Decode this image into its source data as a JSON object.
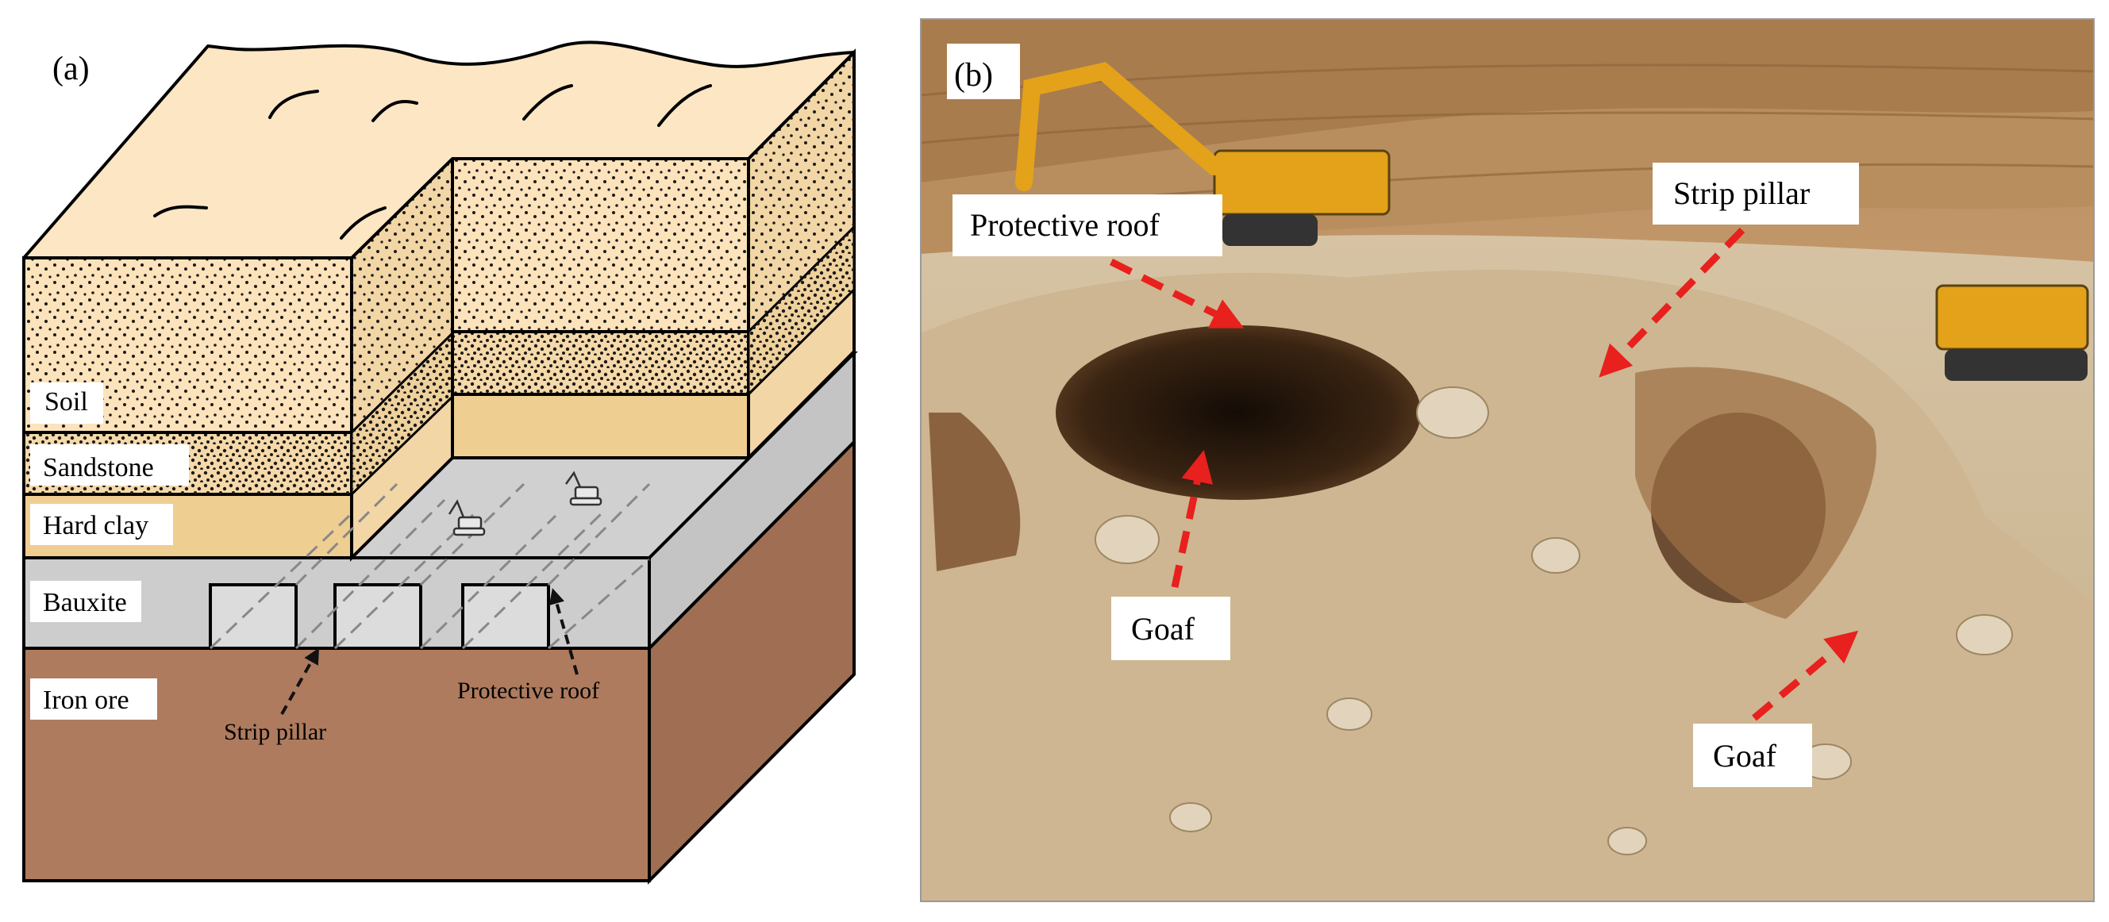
{
  "panel_a": {
    "tag": "(a)",
    "layers": {
      "soil": "Soil",
      "sandstone": "Sandstone",
      "hard_clay": "Hard clay",
      "bauxite": "Bauxite",
      "iron_ore": "Iron ore"
    },
    "annotations": {
      "strip_pillar": "Strip pillar",
      "protective_roof": "Protective roof"
    },
    "colors": {
      "soil_top": "#FCE6C3",
      "soil": "#FCE3BB",
      "sandstone": "#F6D9A9",
      "hard_clay": "#EFCE92",
      "bauxite": "#CDCDCD",
      "iron_ore": "#AE7B5E",
      "iron_ore_side": "#A06F53"
    }
  },
  "panel_b": {
    "tag": "(b)",
    "annotations": {
      "protective_roof": "Protective roof",
      "strip_pillar": "Strip pillar",
      "goaf_left": "Goaf",
      "goaf_right": "Goaf"
    },
    "colors": {
      "arrow": "#E8201E",
      "excavator": "#E3A21A"
    }
  }
}
